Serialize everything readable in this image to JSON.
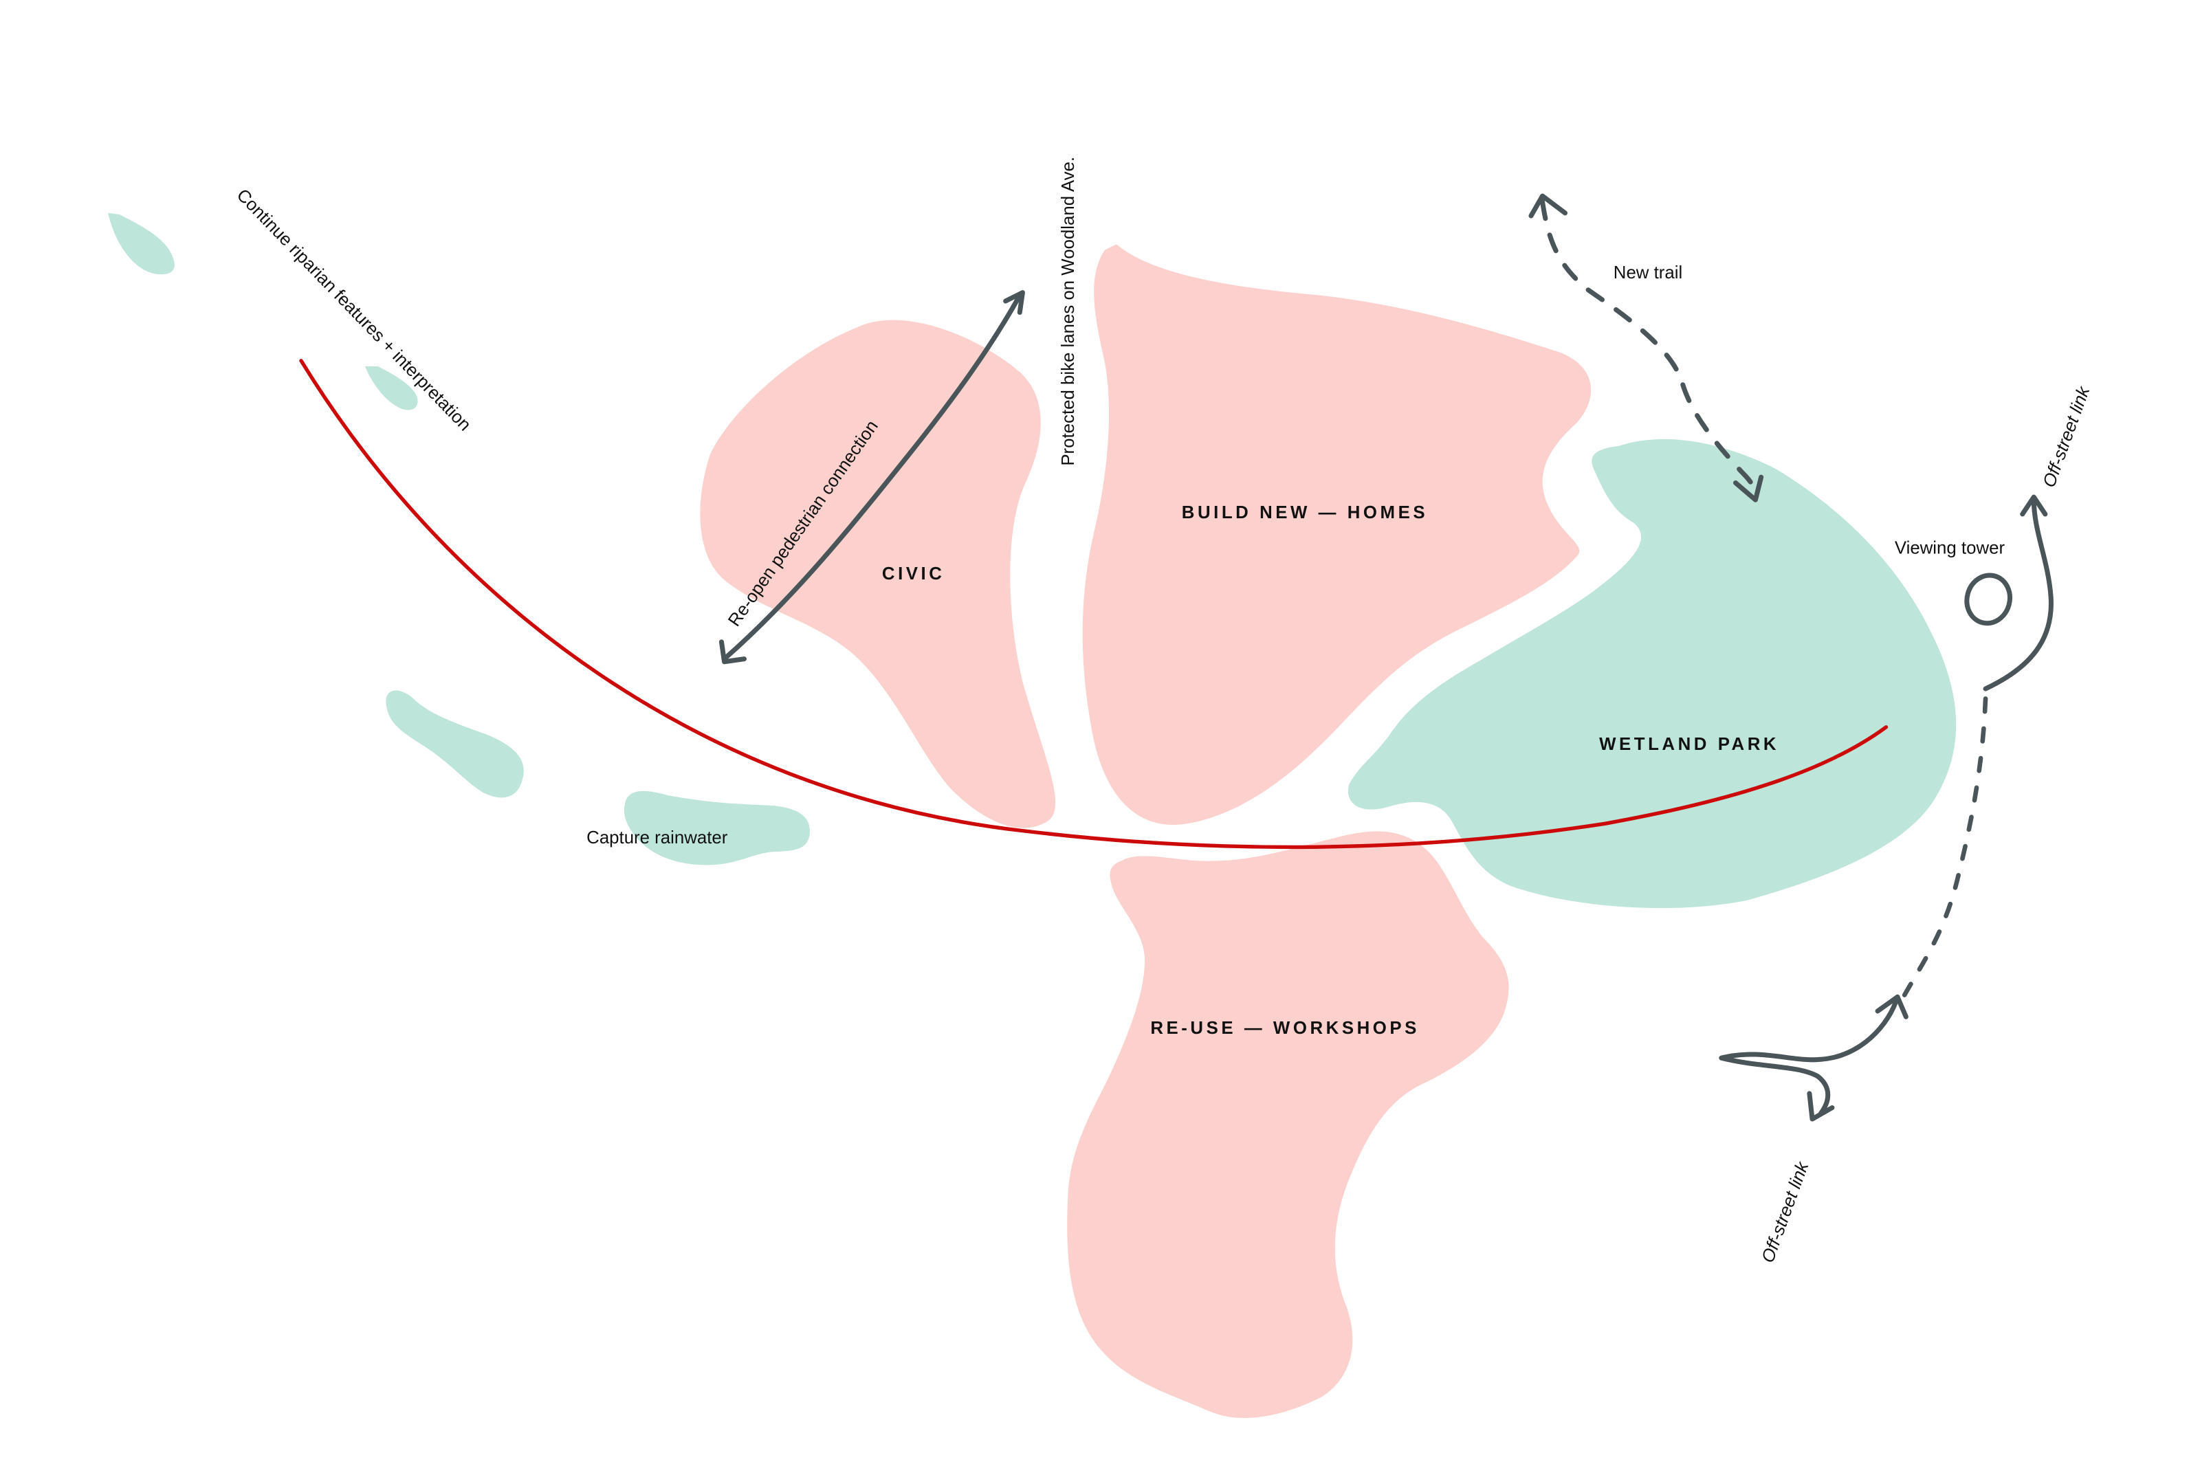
{
  "diagram": {
    "zones": {
      "civic": "CIVIC",
      "homes": "BUILD NEW — HOMES",
      "workshops": "RE-USE — WORKSHOPS",
      "wetland": "WETLAND PARK"
    },
    "annotations": {
      "riparian": "Continue riparian features + interpretation",
      "pedestrian": "Re-open pedestrian connection",
      "bike_lanes": "Protected bike lanes on Woodland Ave.",
      "new_trail": "New trail",
      "viewing_tower": "Viewing tower",
      "offstreet_north": "Off-street link",
      "offstreet_south": "Off-street link",
      "rainwater": "Capture rainwater"
    },
    "colors": {
      "development_zone": "#fcd1cd",
      "green_zone": "#bde5da",
      "river_line": "#cc0a0a",
      "path_arrows": "#4a5559",
      "label_text": "#111111"
    },
    "icons": {
      "viewing_tower": "circle-marker-icon",
      "pedestrian": "double-arrow-icon",
      "trail": "dashed-double-arrow-icon",
      "offstreet": "curved-arrow-icon"
    }
  }
}
